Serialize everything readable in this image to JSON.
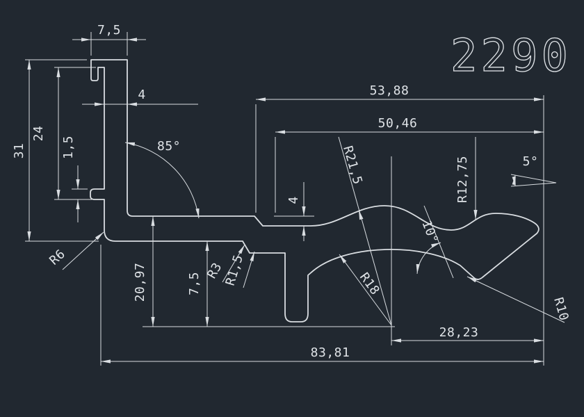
{
  "drawing": {
    "number": "2290"
  },
  "colors": {
    "background": "#212830",
    "lines": "#d9dde1",
    "text": "#dfe3e7"
  },
  "labels": {
    "dim_top_width": "7,5",
    "dim_wall_thickness": "4",
    "dim_span_53_88": "53,88",
    "dim_span_50_46": "50,46",
    "dim_height_31": "31",
    "dim_height_24": "24",
    "dim_lip_1_5": "1,5",
    "dim_angle_85": "85°",
    "dim_radius_21_5": "R21,5",
    "dim_radius_12_75": "R12,75",
    "dim_angle_5": "5°",
    "dim_step_4": "4",
    "dim_angle_10": "10°",
    "dim_radius_6": "R6",
    "dim_height_20_97": "20,97",
    "dim_height_7_5": "7,5",
    "dim_radius_3": "R3",
    "dim_radius_1_5": "R1,5",
    "dim_radius_18": "R18",
    "dim_radius_10": "R10",
    "dim_span_28_23": "28,23",
    "dim_span_83_81": "83,81"
  }
}
